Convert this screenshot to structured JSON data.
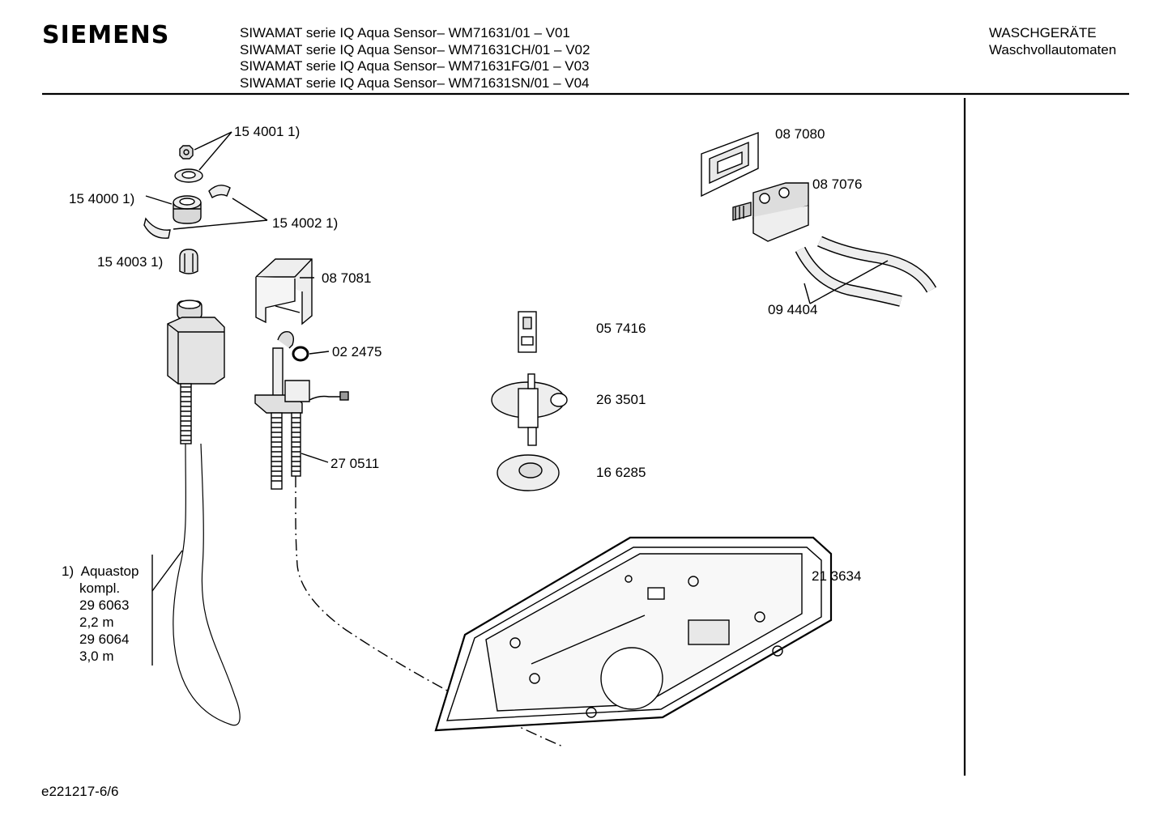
{
  "header": {
    "brand": "SIEMENS",
    "models": [
      "SIWAMAT serie IQ Aqua Sensor– WM71631/01 – V01",
      "SIWAMAT serie IQ Aqua Sensor– WM71631CH/01 – V02",
      "SIWAMAT serie IQ Aqua Sensor– WM71631FG/01 – V03",
      "SIWAMAT serie IQ Aqua Sensor– WM71631SN/01 – V04"
    ],
    "category": "WASCHGERÄTE",
    "subcategory": "Waschvollautomaten"
  },
  "parts": {
    "p154001": "15 4001 1)",
    "p154000": "15 4000 1)",
    "p154002": "15 4002 1)",
    "p154003": "15 4003 1)",
    "p087081": "08 7081",
    "p022475": "02 2475",
    "p270511": "27 0511",
    "p087080": "08 7080",
    "p087076": "08 7076",
    "p094404": "09 4404",
    "p057416": "05 7416",
    "p263501": "26 3501",
    "p166285": "16 6285",
    "p213634": "21 3634"
  },
  "aquastop_note": {
    "l1": "1)  Aquastop",
    "l2": "kompl.",
    "l3": "29 6063",
    "l4": "2,2 m",
    "l5": "29 6064",
    "l6": "3,0 m"
  },
  "footer": {
    "doc_id": "e221217-6/6"
  }
}
